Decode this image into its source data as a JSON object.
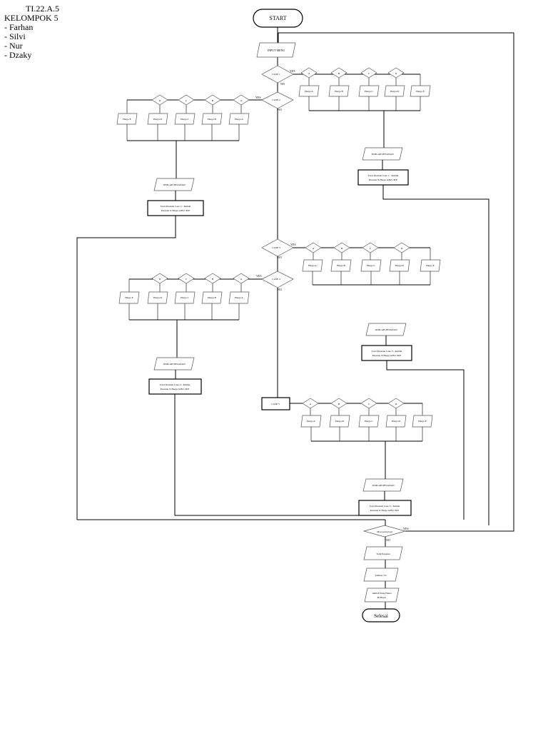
{
  "header": {
    "class_code": "TI.22.A.5",
    "group_name": "KELOMPOK 5",
    "members": [
      "- Farhan",
      "- Silvi",
      "- Nur",
      "- Dzaky"
    ]
  },
  "flow": {
    "start": "START",
    "input_menu": "INPUT MENU",
    "yes": "YES",
    "no": "NO",
    "cases": [
      "CASE 1",
      "CASE 2",
      "CASE 3",
      "CASE 4",
      "CASE 5"
    ],
    "menu_letters": [
      "A",
      "B",
      "C",
      "D",
      "E"
    ],
    "harga": [
      "Harga A",
      "Harga B",
      "Harga C",
      "Harga D",
      "Harga E"
    ],
    "jumlah_pesanan": "JUMLAH PESANAN",
    "totals": [
      [
        "Total Pesanan Case 1 : Jumlah",
        "Pesanan X Harga A/B/C/D/E"
      ],
      [
        "Total Pesanan Case 2 : Jumlah",
        "Pesanan X Harga A/B/C/D/E"
      ],
      [
        "Total Pesanan Case 3 : Jumlah",
        "Pesanan X Harga A/B/C/D/E"
      ],
      [
        "Total Pesanan Case 4 : Jumlah",
        "Pesanan X Harga A/B/C/D/E"
      ],
      [
        "Total Pesanan Case 5 : Jumlah",
        "Pesanan X Harga A/B/C/D/E"
      ]
    ],
    "repeat_question": "Mau pesan lagi",
    "total_pesanan": "Total Pesanan",
    "diskon": "Diskon 5%",
    "bayar": [
      "Jumlah Yang Harus",
      "Di Bayar"
    ],
    "end": "Selesai"
  },
  "colors": {
    "line": "#000000",
    "shape_stroke": "#555555",
    "background": "#ffffff"
  }
}
